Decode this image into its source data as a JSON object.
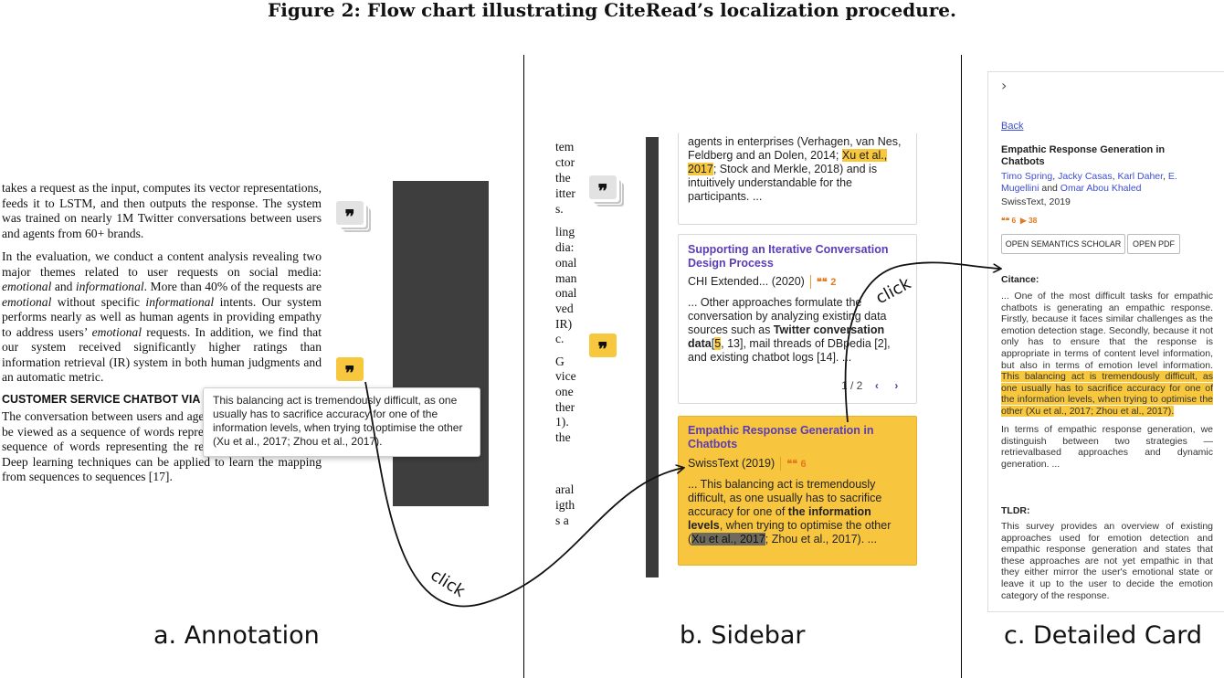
{
  "figure": {
    "title": "Figure 2: Flow chart illustrating CiteRead’s localization procedure."
  },
  "panels": {
    "a_label": "a. Annotation",
    "b_label": "b. Sidebar",
    "c_label": "c. Detailed Card"
  },
  "annotation": {
    "para1": "takes a request as the input, computes its vector representations, feeds it to LSTM, and then outputs the response. The system was trained on nearly 1M Twitter conversations between users and agents from 60+ brands.",
    "para2_a": "In the evaluation, we conduct a content analysis revealing two major themes related to user requests on social media: ",
    "para2_em1": "emotional",
    "para2_b": " and ",
    "para2_em2": "informational",
    "para2_c": ". More than 40% of the requests are ",
    "para2_em3": "emotional",
    "para2_d": " without specific ",
    "para2_em4": "informational",
    "para2_e": " intents. Our system performs nearly as well as human agents in providing empathy to address users’ ",
    "para2_em5": "emotional",
    "para2_f": " requests. In addition, we find that our system received significantly higher ratings than information retrieval (IR) system in both human judgments and an automatic metric.",
    "heading": "CUSTOMER SERVICE CHATBOT VIA",
    "para3": "The conversation between users and agents on social media can be viewed as a sequence of words representing the query and a sequence of words representing the response (see Figure 1). Deep learning techniques can be applied to learn the mapping from sequences to sequences [17].",
    "quote_glyph": "❞",
    "tooltip": "This balancing act is tremendously difficult, as one usually has to sacrifice accuracy for one of the information levels, when trying to optimise the other (Xu et al., 2017; Zhou et al., 2017)."
  },
  "sidebar": {
    "fragments": [
      "tem",
      "ctor",
      "the",
      "itter",
      "s.",
      "ling",
      "dia:",
      "onal",
      "man",
      "onal",
      "ved",
      "IR)",
      "c.",
      "G",
      "vice",
      "one",
      "ther",
      "1).",
      "the",
      "aral",
      "igth",
      "s a"
    ],
    "card1": {
      "text_a": "agents in enterprises (Verhagen, van Nes, Feldberg and an Dolen, 2014; ",
      "highlight": "Xu et al., 2017",
      "text_b": "; Stock and Merkle, 2018) and is intuitively understandable for the participants. ..."
    },
    "card2": {
      "title": "Supporting an Iterative Conversation Design Process",
      "venue": "CHI Extended... (2020)",
      "quote_icon": "❝❝",
      "count": "2",
      "text_a": "... Other approaches formulate the conversation by analyzing existing data sources such as ",
      "bold": "Twitter conversation data",
      "ref_hl": "5",
      "text_b": ", 13], mail threads of DBpedia [2], and existing chatbot logs [14]. ...",
      "pager": "1 / 2",
      "prev_icon": "‹",
      "next_icon": "›"
    },
    "card3": {
      "title": "Empathic Response Generation in Chatbots",
      "venue": "SwissText (2019)",
      "quote_icon": "❝❝",
      "count": "6",
      "text_a": "... This balancing act is tremendously difficult, as one usually has to sacrifice accuracy for one of ",
      "bold": "the information levels",
      "text_b": ", when trying to optimise the other (",
      "highlight": "Xu et al., 2017",
      "text_c": "; Zhou et al., 2017). ..."
    }
  },
  "detailed_card": {
    "chevron": "›",
    "back": "Back",
    "title": "Empathic Response Generation in Chatbots",
    "authors": [
      "Timo Spring",
      "Jacky Casas",
      "Karl Daher",
      "E. Mugellini"
    ],
    "author_and": " and ",
    "author_last": "Omar Abou Khaled",
    "venue": "SwissText, 2019",
    "cite_count": "6",
    "ref_count": "38",
    "btn_scholar": "OPEN SEMANTICS SCHOLAR",
    "btn_pdf": "OPEN PDF",
    "citance_label": "Citance:",
    "citance_a": "... One of the most difficult tasks for empathic chatbots is generating an empathic response. Firstly, because it faces similar challenges as the emotion detection stage. Secondly, because it not only has to ensure that the response is appropriate in terms of content level information, but also in terms of emotion level information. ",
    "citance_hl": "This balancing act is tremendously difficult, as one usually has to sacrifice accuracy for one of the information levels, when trying to optimise the other (Xu et al., 2017; Zhou et al., 2017).",
    "citance_b": "In terms of empathic response generation, we distinguish between two strategies — retrievalbased approaches and dynamic generation. ...",
    "tldr_label": "TLDR:",
    "tldr": "This survey provides an overview of existing approaches used for emotion detection and empathic response generation and states that these approaches are not yet empathic in that they either mirror the user's emotional state or leave it up to the user to decide the emotion category of the response."
  },
  "arrows": {
    "click1": "click",
    "click2": "click"
  }
}
